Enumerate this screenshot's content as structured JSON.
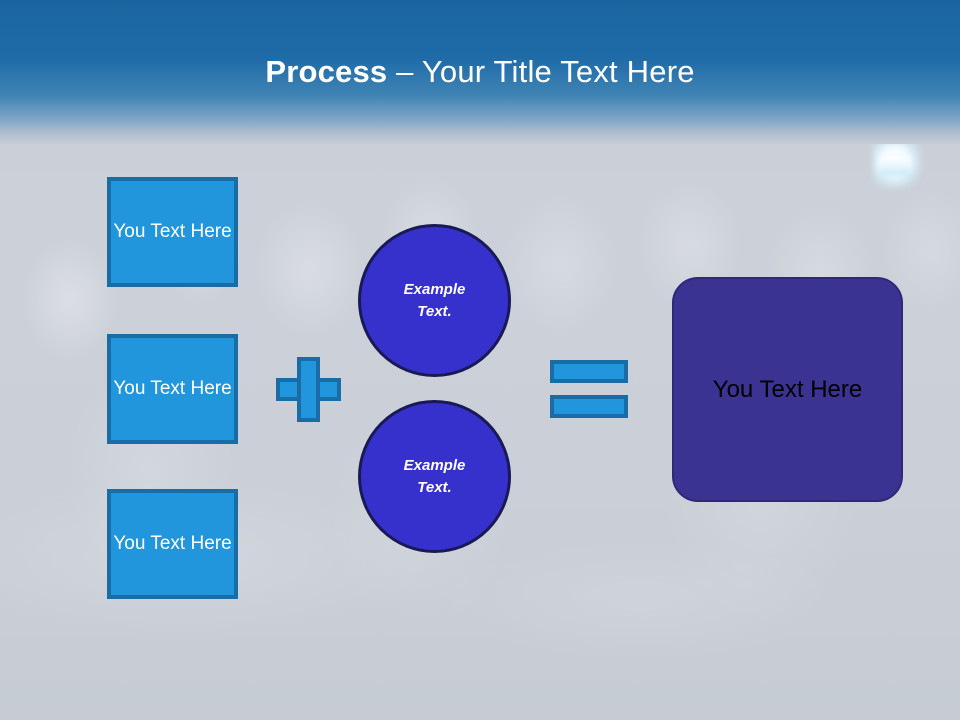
{
  "slide": {
    "title_bold": "Process",
    "title_rest": " – Your Title Text Here",
    "background_color": "#ccd2da",
    "header_color": "#1c68a4"
  },
  "inputs": {
    "boxes": [
      {
        "label": "You Text Here"
      },
      {
        "label": "You Text Here"
      },
      {
        "label": "You Text Here"
      }
    ],
    "fill_color": "#2196dc",
    "border_color": "#1a6ca6"
  },
  "operators": {
    "plus": "+",
    "equals": "=",
    "fill_color": "#2196dc",
    "border_color": "#1a6ca6"
  },
  "circles": [
    {
      "line1": "Example",
      "line2": "Text."
    },
    {
      "line1": "Example",
      "line2": "Text."
    }
  ],
  "circle_style": {
    "fill_color": "#3630cc",
    "border_color": "#191a55",
    "text_color": "#ffffff"
  },
  "result": {
    "label": "You Text Here",
    "fill_color": "#3a3392",
    "text_color": "#000000"
  }
}
